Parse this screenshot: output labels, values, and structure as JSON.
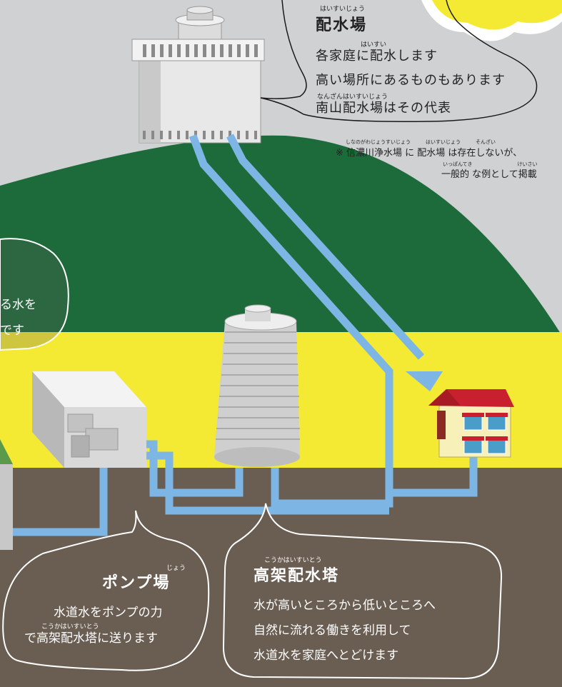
{
  "haisuijo": {
    "ruby": "はいすいじょう",
    "title": "配水場",
    "line1_ruby": "はいすい",
    "line1": "各家庭に配水します",
    "line2": "高い場所にあるものもあります",
    "line3_ruby": "なんざんはいすいじょう",
    "line3": "南山配水場はその代表"
  },
  "note": {
    "ruby1": "しなのがわじょうすいじょう　　　はいすいじょう　　　そんざい",
    "line1": "※ 信濃川浄水場 に 配水場 は存在しないが、",
    "ruby2": "いっぱんてき　　　　　　　　　けいさい",
    "line2": "一般的 な例として掲載"
  },
  "left_bubble": {
    "line1": "る水を",
    "line2": "です"
  },
  "pump": {
    "ruby": "じょう",
    "title": "ポンプ場",
    "line1": "水道水をポンプの力",
    "line2_ruby": "こうかはいすいとう",
    "line2": "で高架配水塔に送ります"
  },
  "tower": {
    "ruby": "こうかはいすいとう",
    "title": "高架配水塔",
    "line1": "水が高いところから低いところへ",
    "line2": "自然に流れる働きを利用して",
    "line3": "水道水を家庭へとどけます"
  },
  "colors": {
    "sky": "#cfd1d3",
    "hill": "#1d6b3a",
    "field": "#f4ea34",
    "ground": "#6a5d52",
    "pipe": "#7db6e4",
    "roof": "#c8202e"
  }
}
